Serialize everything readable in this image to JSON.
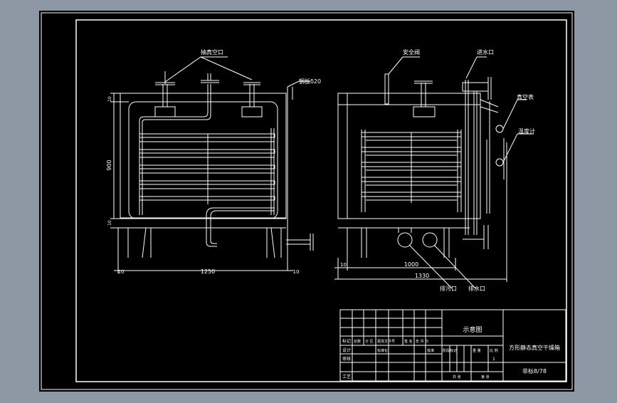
{
  "colors": {
    "viewport_bg": "#8e97a4",
    "sheet_bg": "#000000",
    "line": "#ffffff"
  },
  "front_view": {
    "label_vacuum_port": "抽真空口",
    "label_thickness": "钢板δ20",
    "dim_height": "900",
    "dim_top_small": "10",
    "dim_bottom_small": "10",
    "dim_width": "1250",
    "dim_left_small": "10",
    "dim_right_small": "10"
  },
  "side_view": {
    "label_safety_valve": "安全阀",
    "label_inlet": "进水口",
    "label_vacuum_gauge": "真空表",
    "label_thermometer": "温度计",
    "label_drain": "排污口",
    "label_outlet": "排水口",
    "dim_left_small": "10",
    "dim_inner_width": "1000",
    "dim_total_width": "1330"
  },
  "title_block": {
    "diagram_title": "示意图",
    "product_name": "方形静态真空干燥箱",
    "drawing_number": "非标8/78",
    "row_labels": [
      "标记",
      "设计",
      "审核",
      "工艺"
    ],
    "header_cells": [
      "处数",
      "分 区",
      "更改文件号",
      "签 名",
      "年 月 日"
    ],
    "std_label": "标准化",
    "approve_label": "批准",
    "stage_label": "阶段标记",
    "weight_label": "重 量",
    "scale_label": "比 例",
    "scale_value": "1",
    "sheet_count": "共 张",
    "sheet_num": "第 张"
  }
}
